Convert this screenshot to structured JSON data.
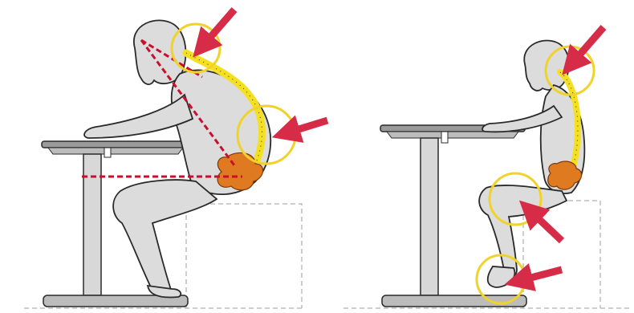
{
  "colors": {
    "background": "#ffffff",
    "body_fill": "#dcdcdc",
    "body_outline": "#2a2a2a",
    "desk_top": "#9a9a9a",
    "desk_leg": "#d8d8d8",
    "spine": "#f4e021",
    "pelvis": "#e07a20",
    "highlight_circle": "#f0d22a",
    "arrow": "#d62c47",
    "guide_line": "#c8102e",
    "chair_outline": "#bdbdbd"
  },
  "icons": {
    "pressure_arrow": "arrow-icon",
    "pressure_zone": "highlight-circle-icon"
  },
  "panels": [
    {
      "id": "hunched-posture",
      "highlights": 2,
      "arrows": 2
    },
    {
      "id": "dangling-feet-posture",
      "highlights": 3,
      "arrows": 3
    }
  ]
}
